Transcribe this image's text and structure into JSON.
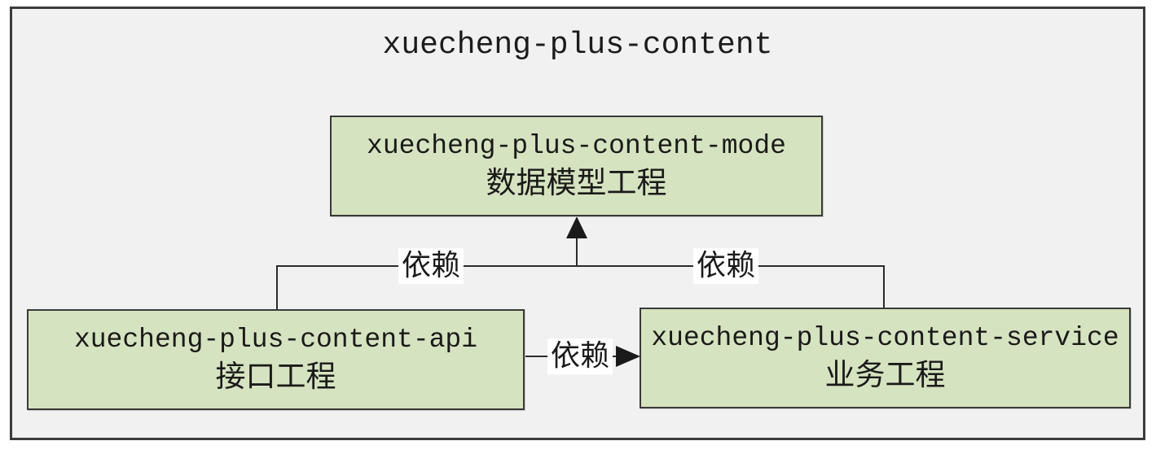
{
  "diagram": {
    "title": "xuecheng-plus-content",
    "nodes": [
      {
        "id": "mode",
        "name": "xuecheng-plus-content-mode",
        "label_cn": "数据模型工程"
      },
      {
        "id": "api",
        "name": "xuecheng-plus-content-api",
        "label_cn": "接口工程"
      },
      {
        "id": "service",
        "name": "xuecheng-plus-content-service",
        "label_cn": "业务工程"
      }
    ],
    "edges": [
      {
        "from": "api",
        "to": "mode",
        "label": "依赖"
      },
      {
        "from": "service",
        "to": "mode",
        "label": "依赖"
      },
      {
        "from": "api",
        "to": "service",
        "label": "依赖"
      }
    ],
    "colors": {
      "node_fill": "#d6e3c0",
      "node_border": "#3a3a3a",
      "canvas_bg": "#f1f1f1",
      "outer_border": "#3b3b3b",
      "line": "#2b2b2b",
      "text": "#1a1a1a",
      "label_bg": "#ffffff"
    }
  }
}
